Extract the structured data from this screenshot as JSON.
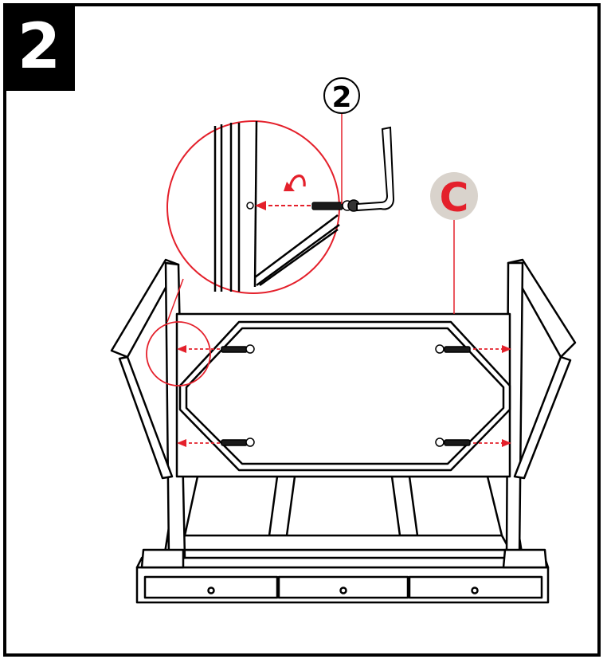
{
  "step": {
    "number": "2"
  },
  "callouts": {
    "screw_count": "2",
    "part_label": "C"
  },
  "colors": {
    "accent_red": "#e4202b",
    "part_badge": "#d9d3cc",
    "line": "#000000"
  }
}
